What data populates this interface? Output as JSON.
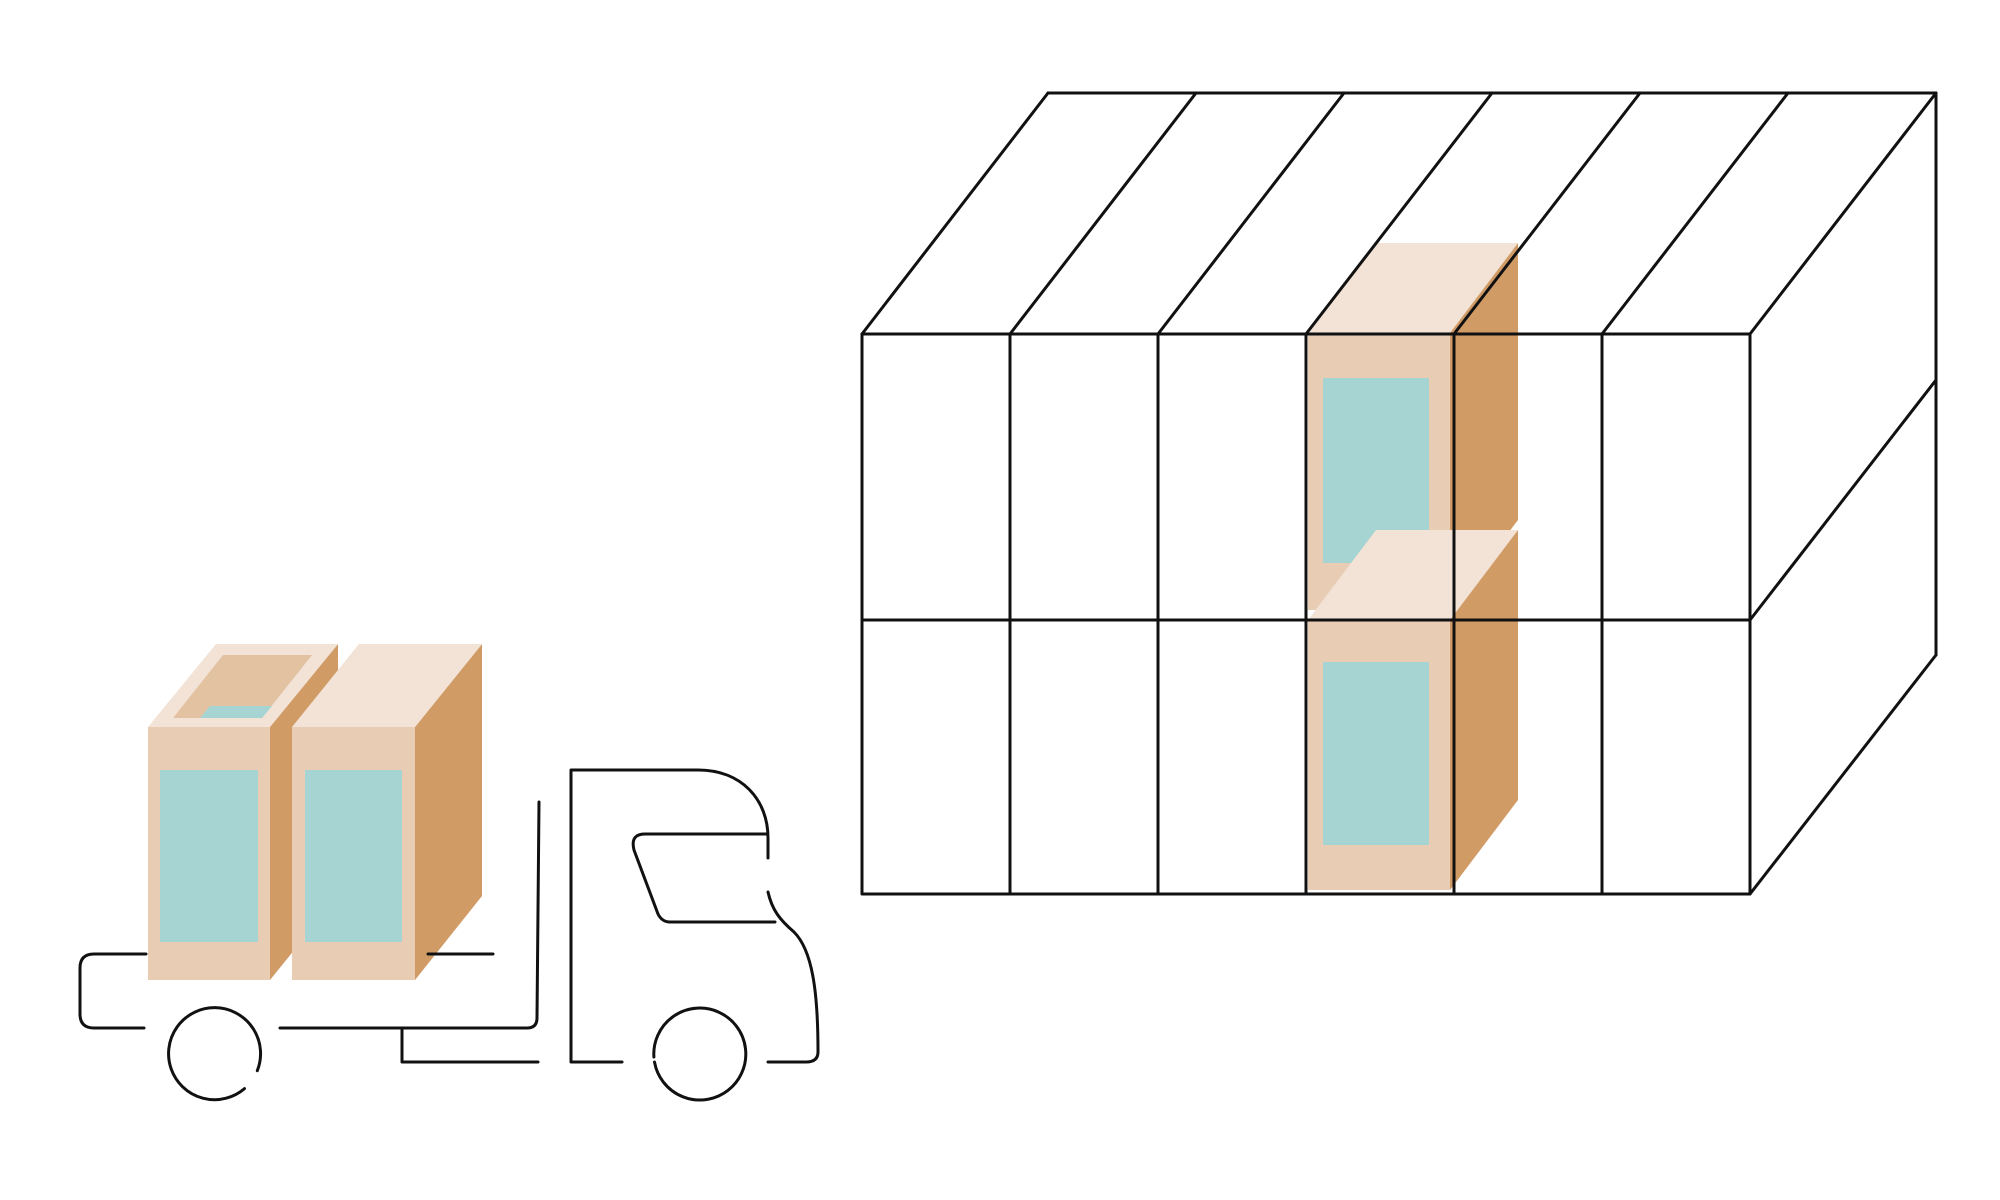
{
  "palette": {
    "line": "#111111",
    "box_top": "#f2e3d6",
    "box_front": "#e8ccb4",
    "box_side": "#d19b66",
    "box_inner": "#e3c2a2",
    "window": "#a6d4d2",
    "background": "#ffffff"
  },
  "scene": {
    "truck": {
      "boxes_on_bed": 2,
      "open_boxes": 1
    },
    "rack": {
      "columns": 6,
      "rows": 2,
      "stored_boxes": 2,
      "stored_column_index": 4
    }
  }
}
